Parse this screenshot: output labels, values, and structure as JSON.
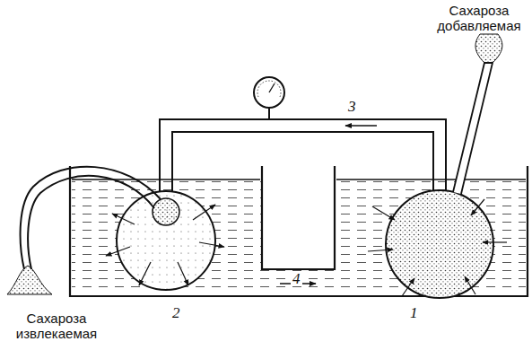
{
  "diagram": {
    "labels": [
      "Сахароза добавляемая",
      "3",
      "2",
      "1",
      "4",
      "Сахароза извлекаемая"
    ]
  }
}
